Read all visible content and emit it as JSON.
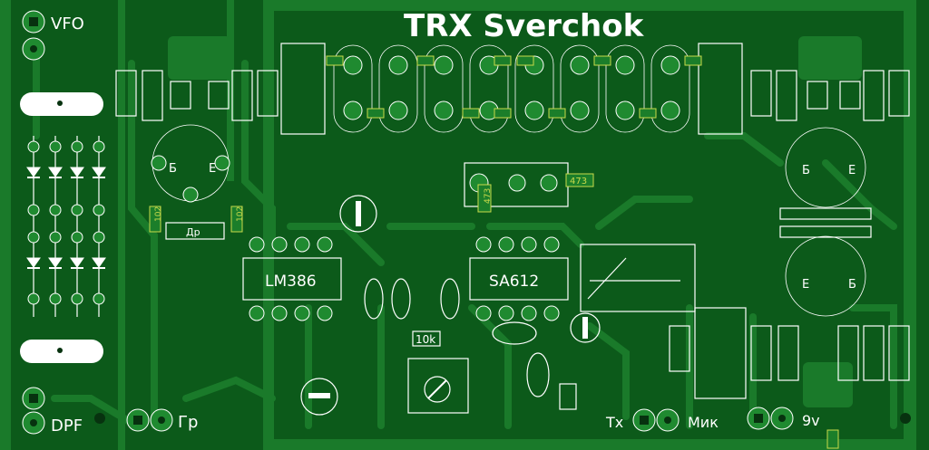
{
  "board": {
    "title": "TRX Sverchok",
    "colors": {
      "base": "#0c5a1a",
      "copper": "#1a7a2a",
      "silkscreen": "#ffffff",
      "smd_outline": "#c8d94a"
    }
  },
  "labels": {
    "vfo": "VFO",
    "dpf": "DPF",
    "gr": "Гр",
    "tx": "Тх",
    "mik": "Мик",
    "power": "9v",
    "ic1": "LM386",
    "ic2": "SA612",
    "choke": "Др",
    "res_10k": "10k",
    "res_473": "473",
    "res_473_v": "473",
    "res_102_left": "102",
    "res_102_right": "102",
    "coil_b_left": "Б",
    "coil_e_left": "Е",
    "coil_b_right_top": "Б",
    "coil_e_right_top": "Е",
    "coil_e_right_bot": "Е",
    "coil_b_right_bot": "Б"
  }
}
